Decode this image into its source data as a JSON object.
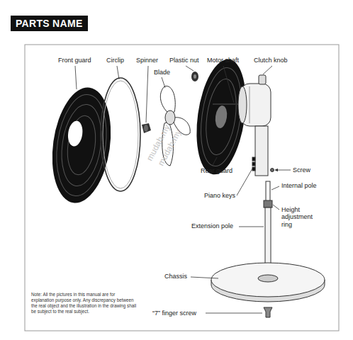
{
  "diagram": {
    "title": "PARTS NAME",
    "labels": [
      "Front guard",
      "Circlip",
      "Spinner",
      "Plastic nut",
      "Motor shaft",
      "Clutch knob",
      "Blade",
      "Rear guard",
      "Screw",
      "Piano keys",
      "Internal pole",
      "Height adjustment ring",
      "Extension pole",
      "Chassis",
      "“7” finger screw",
      "Note: All the pictures in this manual are for explanation purpose only. Any discrepancy between the real object and the illustration in the drawing shall be subject to the real subject.",
      "mudah.my",
      "mudah.my"
    ]
  }
}
